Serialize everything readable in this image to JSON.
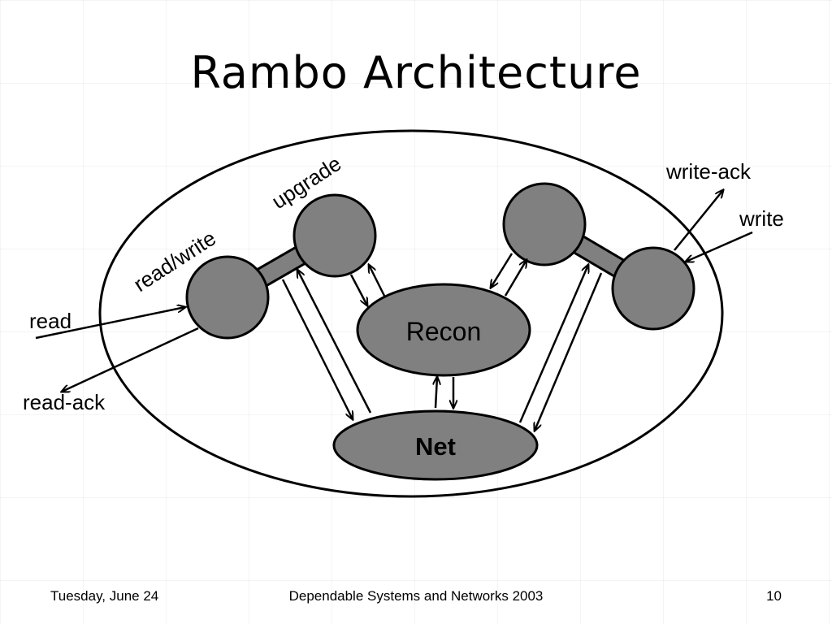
{
  "slide": {
    "title": "Rambo Architecture"
  },
  "diagram": {
    "labels": {
      "upgrade": "upgrade",
      "read_write": "read/write",
      "read": "read",
      "read_ack": "read-ack",
      "write_ack": "write-ack",
      "write": "write",
      "recon": "Recon",
      "net": "Net"
    },
    "colors": {
      "node_fill": "#808080",
      "stroke": "#000000",
      "background": "#ffffff"
    }
  },
  "footer": {
    "date": "Tuesday, June 24",
    "center": "Dependable Systems and Networks 2003",
    "page": "10"
  }
}
